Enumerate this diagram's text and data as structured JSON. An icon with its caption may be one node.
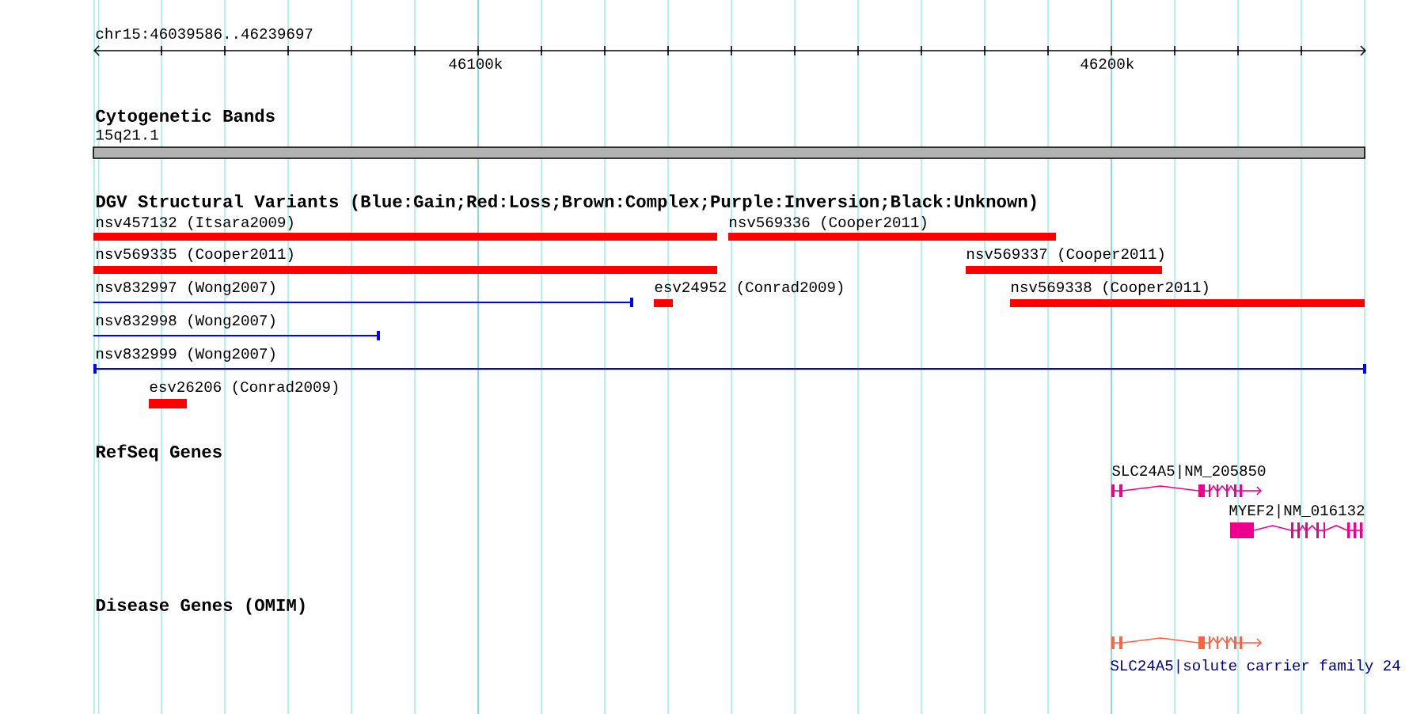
{
  "diagram": {
    "labels": [
      "chr15:46039586..46239697",
      "46100k",
      "46200k",
      "Cytogenetic Bands",
      "15q21.1",
      "DGV Structural Variants (Blue:Gain;Red:Loss;Brown:Complex;Purple:Inversion;Black:Unknown)",
      "nsv457132 (Itsara2009)",
      "nsv569336 (Cooper2011)",
      "nsv569335 (Cooper2011)",
      "nsv569337 (Cooper2011)",
      "nsv832997 (Wong2007)",
      "esv24952 (Conrad2009)",
      "nsv569338 (Cooper2011)",
      "nsv832998 (Wong2007)",
      "nsv832999 (Wong2007)",
      "esv26206 (Conrad2009)",
      "RefSeq Genes",
      "SLC24A5|NM_205850",
      "MYEF2|NM_016132",
      "Disease Genes (OMIM)",
      "SLC24A5|solute carrier family 24"
    ]
  }
}
